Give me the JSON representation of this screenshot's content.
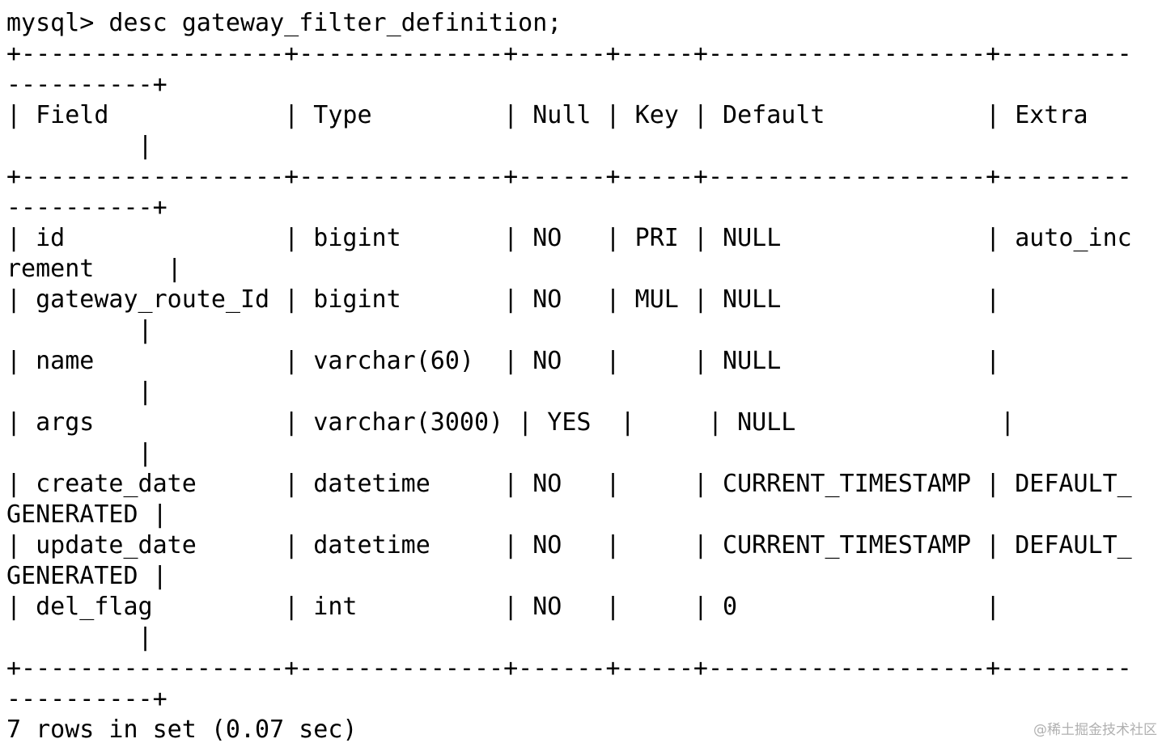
{
  "terminal": {
    "lines": [
      "mysql> desc gateway_filter_definition;",
      "+------------------+--------------+------+-----+-------------------+---------",
      "----------+",
      "| Field            | Type         | Null | Key | Default           | Extra",
      "         |",
      "+------------------+--------------+------+-----+-------------------+---------",
      "----------+",
      "| id               | bigint       | NO   | PRI | NULL              | auto_inc",
      "rement     |",
      "| gateway_route_Id | bigint       | NO   | MUL | NULL              |",
      "         |",
      "| name             | varchar(60)  | NO   |     | NULL              |",
      "         |",
      "| args             | varchar(3000) | YES  |     | NULL              |",
      "         |",
      "| create_date      | datetime     | NO   |     | CURRENT_TIMESTAMP | DEFAULT_",
      "GENERATED |",
      "| update_date      | datetime     | NO   |     | CURRENT_TIMESTAMP | DEFAULT_",
      "GENERATED |",
      "| del_flag         | int          | NO   |     | 0                 |",
      "         |",
      "+------------------+--------------+------+-----+-------------------+---------",
      "----------+",
      "7 rows in set (0.07 sec)"
    ]
  },
  "watermark": "@稀土掘金技术社区"
}
